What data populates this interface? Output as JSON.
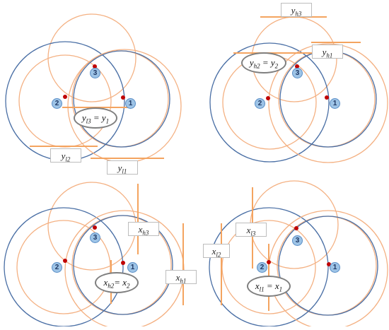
{
  "colors": {
    "blue_circle": "#4a6fa5",
    "orange_circle": "#f4b183",
    "orange_line": "#f4a460",
    "point": "#c00000",
    "badge_fill": "#9dc3e6",
    "ellipse_border": "#7f7f7f"
  },
  "badges": {
    "one": "1",
    "two": "2",
    "three": "3"
  },
  "panels": {
    "top_left": {
      "equality": "y_l3 = y_1",
      "labels": [
        "y_l2",
        "y_l1"
      ]
    },
    "top_right": {
      "equality": "y_h2 = y_2",
      "labels": [
        "y_h3",
        "y_h1"
      ]
    },
    "bottom_left": {
      "equality": "x_h2= x_2",
      "labels": [
        "x_h3",
        "x_h1"
      ]
    },
    "bottom_right": {
      "equality": "x_l1 = x_1",
      "labels": [
        "x_l3",
        "x_l2"
      ]
    }
  }
}
